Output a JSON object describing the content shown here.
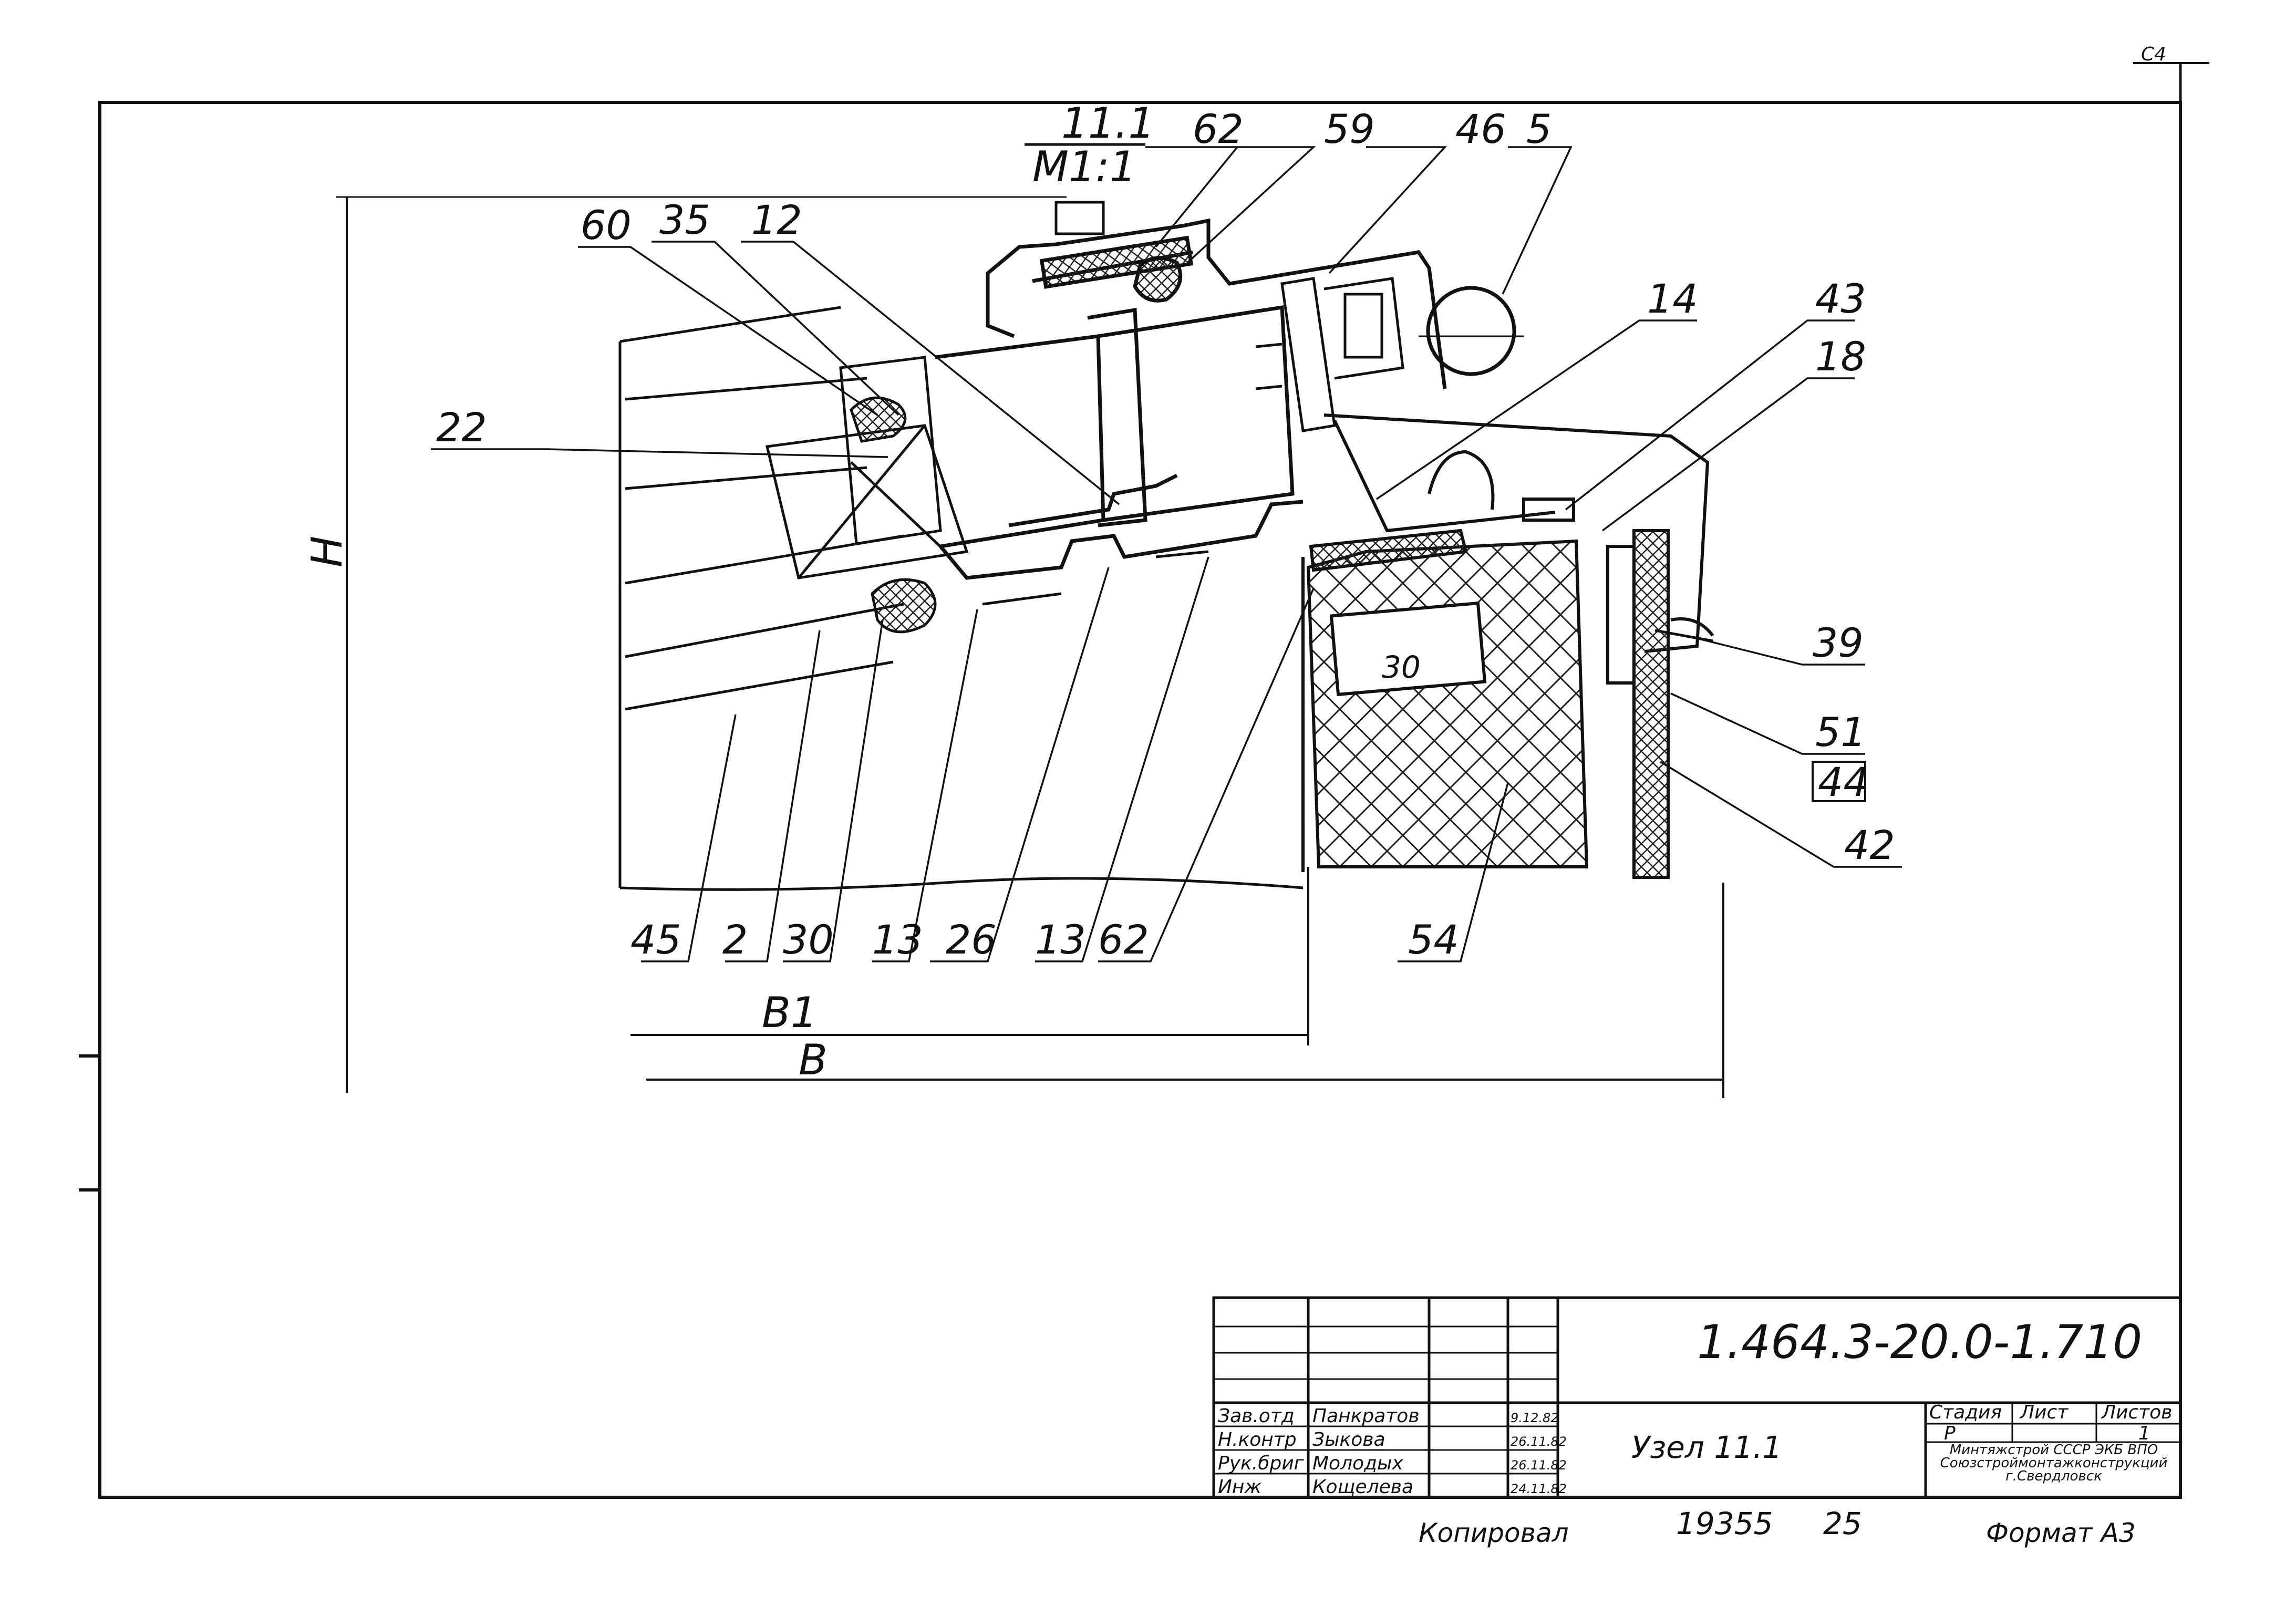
{
  "drawing": {
    "section_number": "11.1",
    "scale": "M1:1",
    "corner_mark": "С4"
  },
  "callouts": [
    "62",
    "59",
    "46",
    "5",
    "60",
    "35",
    "12",
    "14",
    "43",
    "18",
    "22",
    "39",
    "51",
    "44",
    "42",
    "45",
    "2",
    "30",
    "13",
    "26",
    "13",
    "62",
    "54",
    "30"
  ],
  "dimensions": {
    "height": "H",
    "width_inner": "B1",
    "width": "B"
  },
  "title_block": {
    "designation": "1.464.3-20.0-1.710",
    "title": "Узел 11.1",
    "stage_header": "Стадия",
    "sheet_header": "Лист",
    "sheets_header": "Листов",
    "stage": "Р",
    "sheet": "1",
    "organization": "Минтяжстрой СССР ЭКБ ВПО Союзстроймонтажконструкций г.Свердловск",
    "signatures": [
      {
        "role": "Зав.отд",
        "name": "Панкратов",
        "date": "9.12.82"
      },
      {
        "role": "Н.контр",
        "name": "Зыкова",
        "date": "26.11.82"
      },
      {
        "role": "Рук.бриг",
        "name": "Молодых",
        "date": "26.11.82"
      },
      {
        "role": "Инж",
        "name": "Кощелева",
        "date": "24.11.82"
      }
    ]
  },
  "footer": {
    "copied_by": "Копировал",
    "inventory": "19355",
    "page": "25",
    "format": "Формат А3"
  }
}
